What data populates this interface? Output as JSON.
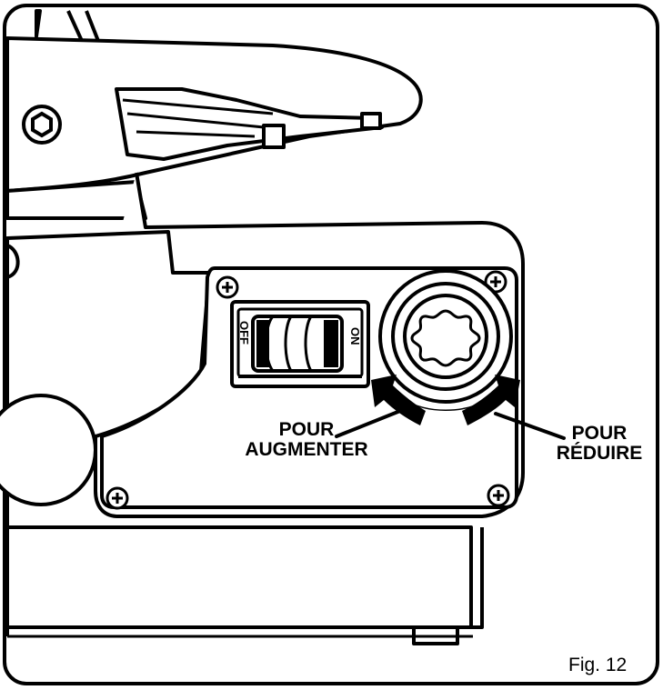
{
  "switch": {
    "off_label": "OFF",
    "on_label": "ON"
  },
  "labels": {
    "increase_line1": "POUR",
    "increase_line2": "AUGMENTER",
    "decrease_line1": "POUR",
    "decrease_line2": "RÉDUIRE"
  },
  "caption": "Fig. 12",
  "colors": {
    "ink": "#000000",
    "paper": "#ffffff"
  }
}
